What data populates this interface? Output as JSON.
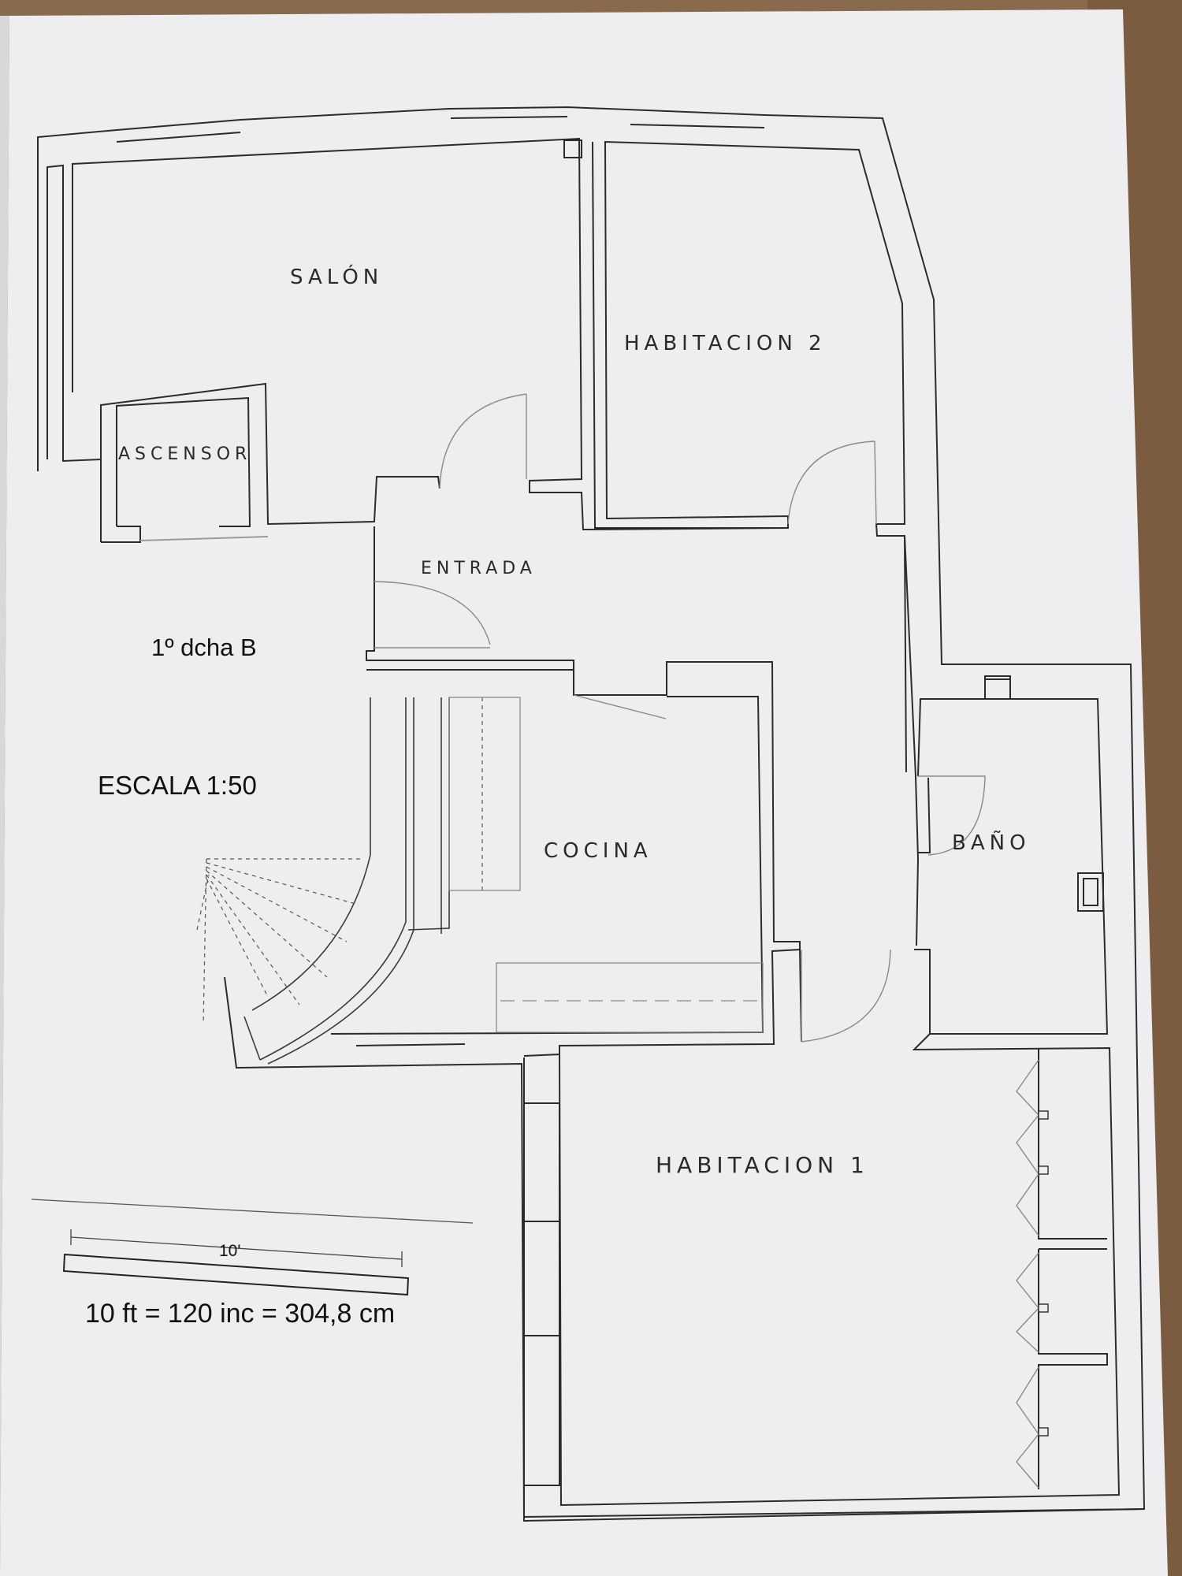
{
  "rooms": {
    "salon": "SALÓN",
    "habitacion2": "HABITACION 2",
    "ascensor": "ASCENSOR",
    "entrada": "ENTRADA",
    "cocina": "COCINA",
    "bano": "BAÑO",
    "habitacion1": "HABITACION 1"
  },
  "notes": {
    "unit_label": "1º dcha B",
    "scale": "ESCALA 1:50",
    "scale_bar_label": "10'",
    "conversion": "10 ft = 120 inc = 304,8 cm"
  },
  "colors": {
    "paper": "#eeeef0",
    "ink": "#2b2b2b",
    "background": "#8a6a4c"
  }
}
